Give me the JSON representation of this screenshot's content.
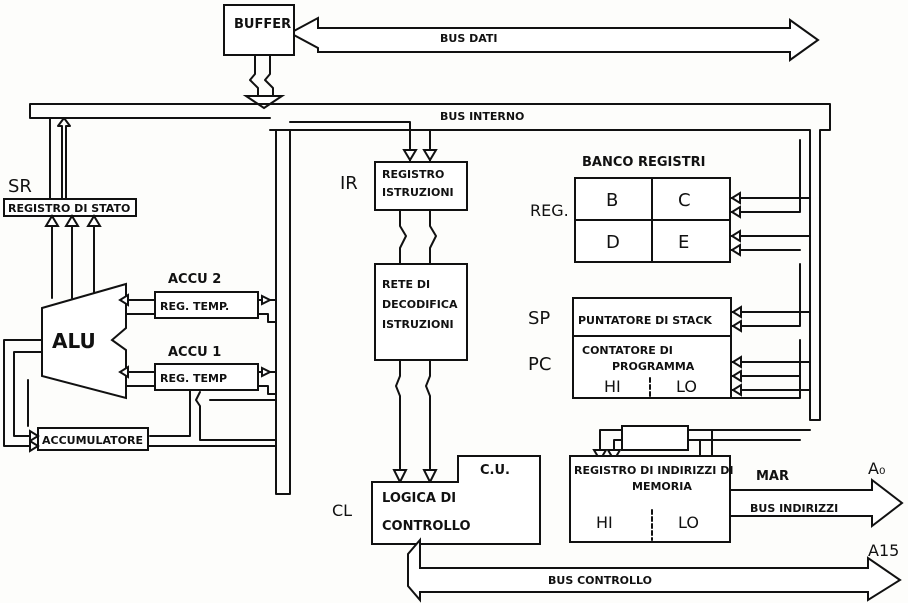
{
  "labels": {
    "buffer": "BUFFER",
    "bus_dati": "BUS DATI",
    "bus_interno": "BUS INTERNO",
    "sr": "SR",
    "registro_di_stato": "REGISTRO DI STATO",
    "alu": "ALU",
    "accu2": "ACCU 2",
    "reg_temp_2": "REG. TEMP.",
    "accu1": "ACCU 1",
    "reg_temp_1": "REG. TEMP",
    "accumulatore": "ACCUMULATORE",
    "ir": "IR",
    "registro_istruzioni_l1": "REGISTRO",
    "registro_istruzioni_l2": "ISTRUZIONI",
    "rete_l1": "RETE DI",
    "rete_l2": "DECODIFICA",
    "rete_l3": "ISTRUZIONI",
    "banco_registri": "BANCO REGISTRI",
    "reg": "REG.",
    "reg_b": "B",
    "reg_c": "C",
    "reg_d": "D",
    "reg_e": "E",
    "sp": "SP",
    "puntatore_di_stack": "PUNTATORE DI STACK",
    "pc": "PC",
    "contatore_l1": "CONTATORE DI",
    "contatore_l2": "PROGRAMMA",
    "pc_hi": "HI",
    "pc_lo": "LO",
    "cu": "C.U.",
    "cl": "CL",
    "logica_l1": "LOGICA DI",
    "logica_l2": "CONTROLLO",
    "mar": "MAR",
    "registro_indirizzi_l1": "REGISTRO DI INDIRIZZI DI",
    "registro_indirizzi_l2": "MEMORIA",
    "mar_hi": "HI",
    "mar_lo": "LO",
    "a0": "A₀",
    "a15": "A15",
    "bus_indirizzi": "BUS INDIRIZZI",
    "bus_controllo": "BUS CONTROLLO"
  }
}
